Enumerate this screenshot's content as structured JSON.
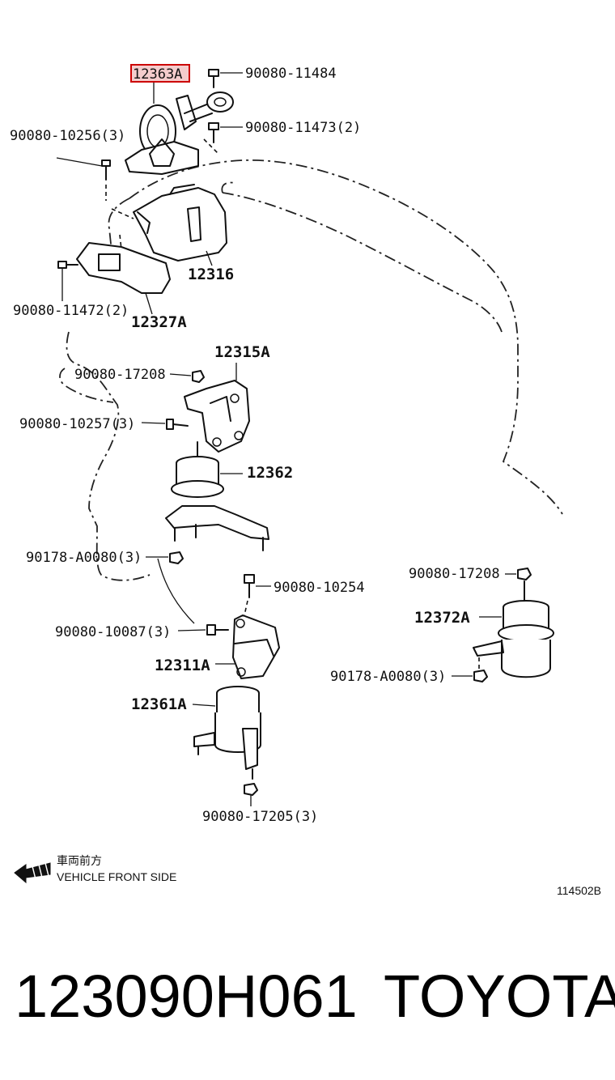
{
  "parts": {
    "p12363A": "12363A",
    "p12316": "12316",
    "p12327A": "12327A",
    "p12315A": "12315A",
    "p12362": "12362",
    "p12311A": "12311A",
    "p12361A": "12361A",
    "p12372A": "12372A"
  },
  "bolts": {
    "b90080_11484": "90080-11484",
    "b90080_11473": "90080-11473(2)",
    "b90080_10256": "90080-10256(3)",
    "b90080_11472": "90080-11472(2)",
    "b90080_17208a": "90080-17208",
    "b90080_10257": "90080-10257(3)",
    "b90178_A0080a": "90178-A0080(3)",
    "b90080_10254": "90080-10254",
    "b90080_10087": "90080-10087(3)",
    "b90080_17208b": "90080-17208",
    "b90178_A0080b": "90178-A0080(3)",
    "b90080_17205": "90080-17205(3)"
  },
  "direction": {
    "japanese": "車両前方",
    "english": "VEHICLE FRONT SIDE"
  },
  "diagram_code": "114502B",
  "footer": {
    "part_number": "123090H061",
    "brand": "TOYOTA"
  },
  "colors": {
    "highlight_fill": "#f4cccc",
    "highlight_stroke": "#cc0000",
    "line": "#111111"
  }
}
